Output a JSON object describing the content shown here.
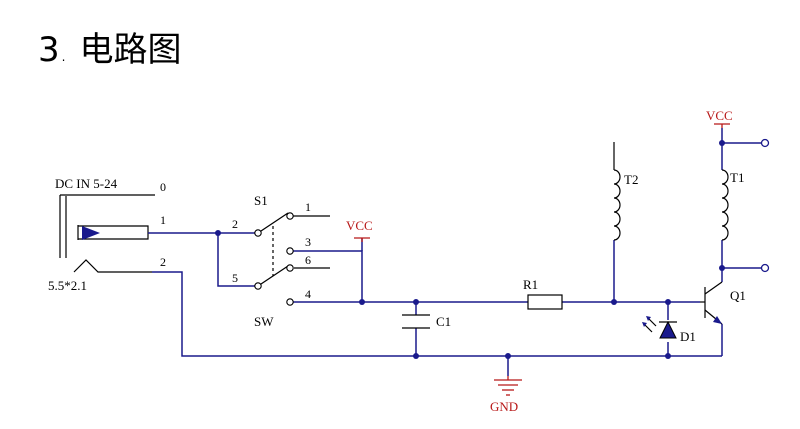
{
  "heading": {
    "number": "3",
    "dot": ".",
    "text": "电路图"
  },
  "dc_jack": {
    "label": "DC IN  5-24",
    "size": "5.5*2.1",
    "pin_0": "0",
    "pin_1": "1",
    "pin_2": "2"
  },
  "switch": {
    "name": "S1",
    "type": "SW",
    "pin_1": "1",
    "pin_2": "2",
    "pin_3": "3",
    "pin_4": "4",
    "pin_5": "5",
    "pin_6": "6"
  },
  "power": {
    "vcc_1": "VCC",
    "vcc_2": "VCC",
    "ground": "GND"
  },
  "components": {
    "capacitor": "C1",
    "resistor": "R1",
    "led": "D1",
    "transistor": "Q1",
    "coil_1": "T1",
    "coil_2": "T2"
  },
  "colors": {
    "wire": "#1a1a8c",
    "symbol": "#000000",
    "power": "#b81818"
  }
}
